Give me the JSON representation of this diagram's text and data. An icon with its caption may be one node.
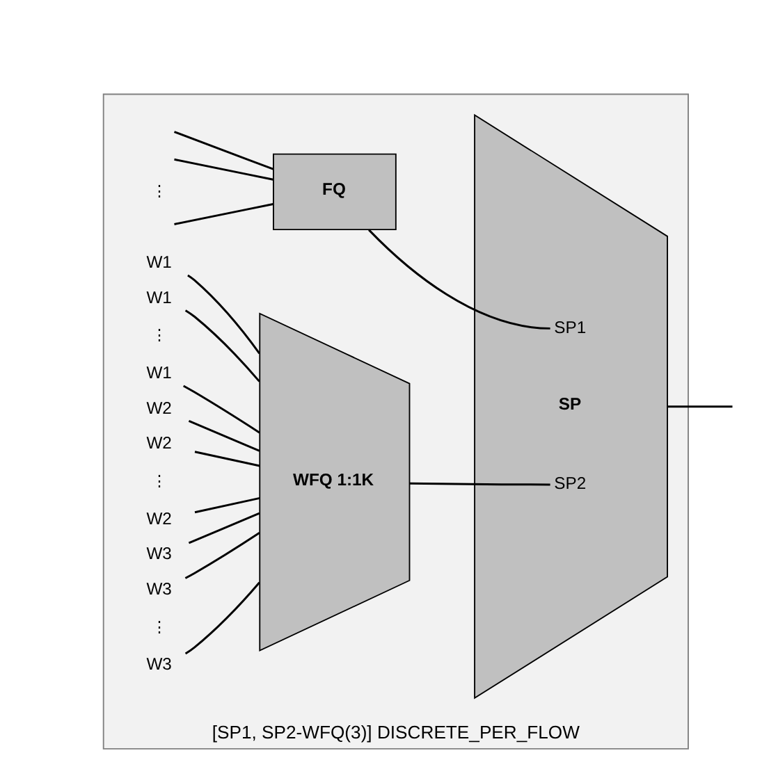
{
  "diagram": {
    "nodes": [
      {
        "text": [
          "[SP1, SP2-WFQ(3)] DISCRETE_PER_FLOW"
        ]
      },
      {
        "text": [
          "FQ"
        ],
        "in": 0
      },
      {
        "text": [
          "W1"
        ],
        "in": 0
      },
      {
        "text": [
          "W1"
        ],
        "in": 0
      },
      {
        "text": [
          "W1"
        ],
        "in": 0
      },
      {
        "text": [
          "W2"
        ],
        "in": 0
      },
      {
        "text": [
          "W2"
        ],
        "in": 0
      },
      {
        "text": [
          "W2"
        ],
        "in": 0
      },
      {
        "text": [
          "W3"
        ],
        "in": 0
      },
      {
        "text": [
          "W3"
        ],
        "in": 0
      },
      {
        "text": [
          "W3"
        ],
        "in": 0
      },
      {
        "text": [
          "WFQ 1:1K"
        ],
        "in": 0
      },
      {
        "text": [
          "SP1",
          "SP",
          "SP2"
        ],
        "in": 0
      }
    ],
    "edges": [
      {
        "from": null,
        "to": 1,
        "arrow": "none"
      },
      {
        "from": null,
        "to": 1,
        "arrow": "none"
      },
      {
        "from": null,
        "to": 1,
        "arrow": "none"
      },
      {
        "from": 2,
        "to": 11,
        "arrow": "none"
      },
      {
        "from": 3,
        "to": 11,
        "arrow": "none"
      },
      {
        "from": 4,
        "to": 11,
        "arrow": "none"
      },
      {
        "from": 5,
        "to": 11,
        "arrow": "none"
      },
      {
        "from": 6,
        "to": 11,
        "arrow": "none"
      },
      {
        "from": 7,
        "to": 11,
        "arrow": "none"
      },
      {
        "from": 8,
        "to": 11,
        "arrow": "none"
      },
      {
        "from": 9,
        "to": 11,
        "arrow": "none"
      },
      {
        "from": 10,
        "to": 11,
        "arrow": "none"
      },
      {
        "from": 1,
        "to": 12,
        "arrow": "none"
      },
      {
        "from": 11,
        "to": 12,
        "arrow": "none"
      },
      {
        "from": 12,
        "to": null,
        "arrow": "none"
      }
    ],
    "labels": [
      "⋮",
      "⋮",
      "⋮",
      "⋮"
    ]
  }
}
